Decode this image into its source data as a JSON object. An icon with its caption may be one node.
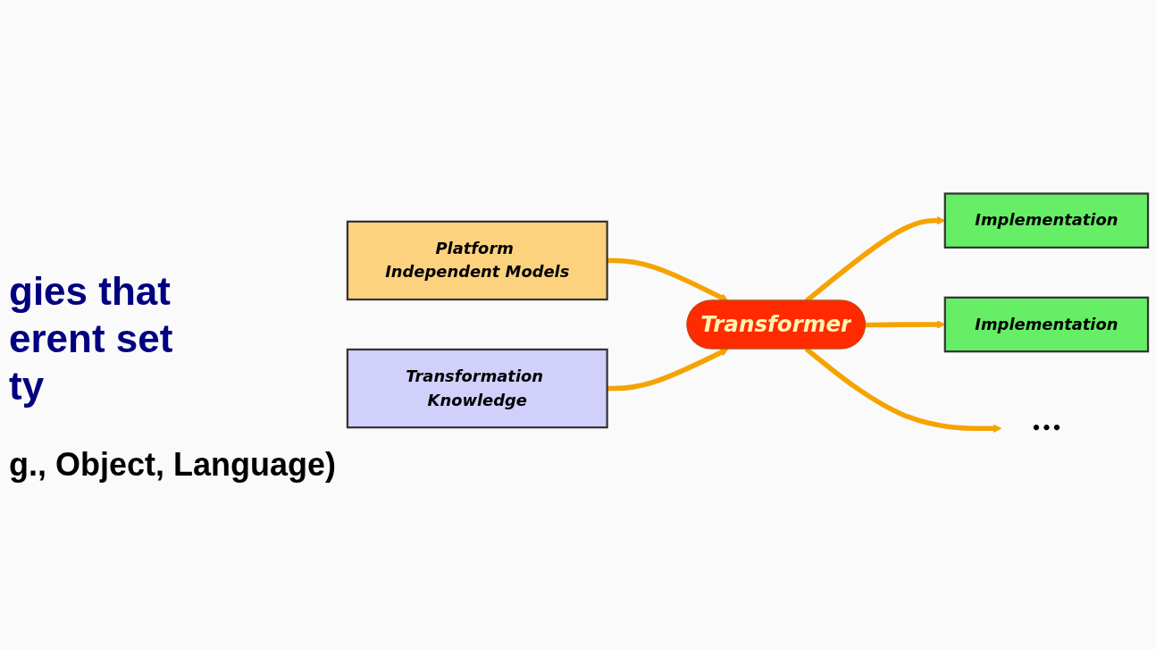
{
  "diagram": {
    "nodes": [
      {
        "text": [
          "Platform Independent Models"
        ]
      },
      {
        "text": [
          "Transformer"
        ]
      },
      {
        "text": [
          "Implementation"
        ]
      },
      {
        "text": [
          "Implementation"
        ]
      },
      {
        "text": [
          "Transformation Knowledge"
        ]
      },
      {
        "text": [
          "•••"
        ]
      }
    ],
    "edges": [
      {
        "from": 0,
        "to": 1,
        "arrow": "to"
      },
      {
        "from": 4,
        "to": 1,
        "arrow": "to"
      },
      {
        "from": 1,
        "to": 2,
        "arrow": "to"
      },
      {
        "from": 1,
        "to": 3,
        "arrow": "to"
      },
      {
        "from": 1,
        "to": 5,
        "arrow": "to"
      }
    ],
    "labels": [
      "gies that",
      "erent set",
      "ty",
      "g., Object, Language)"
    ]
  }
}
